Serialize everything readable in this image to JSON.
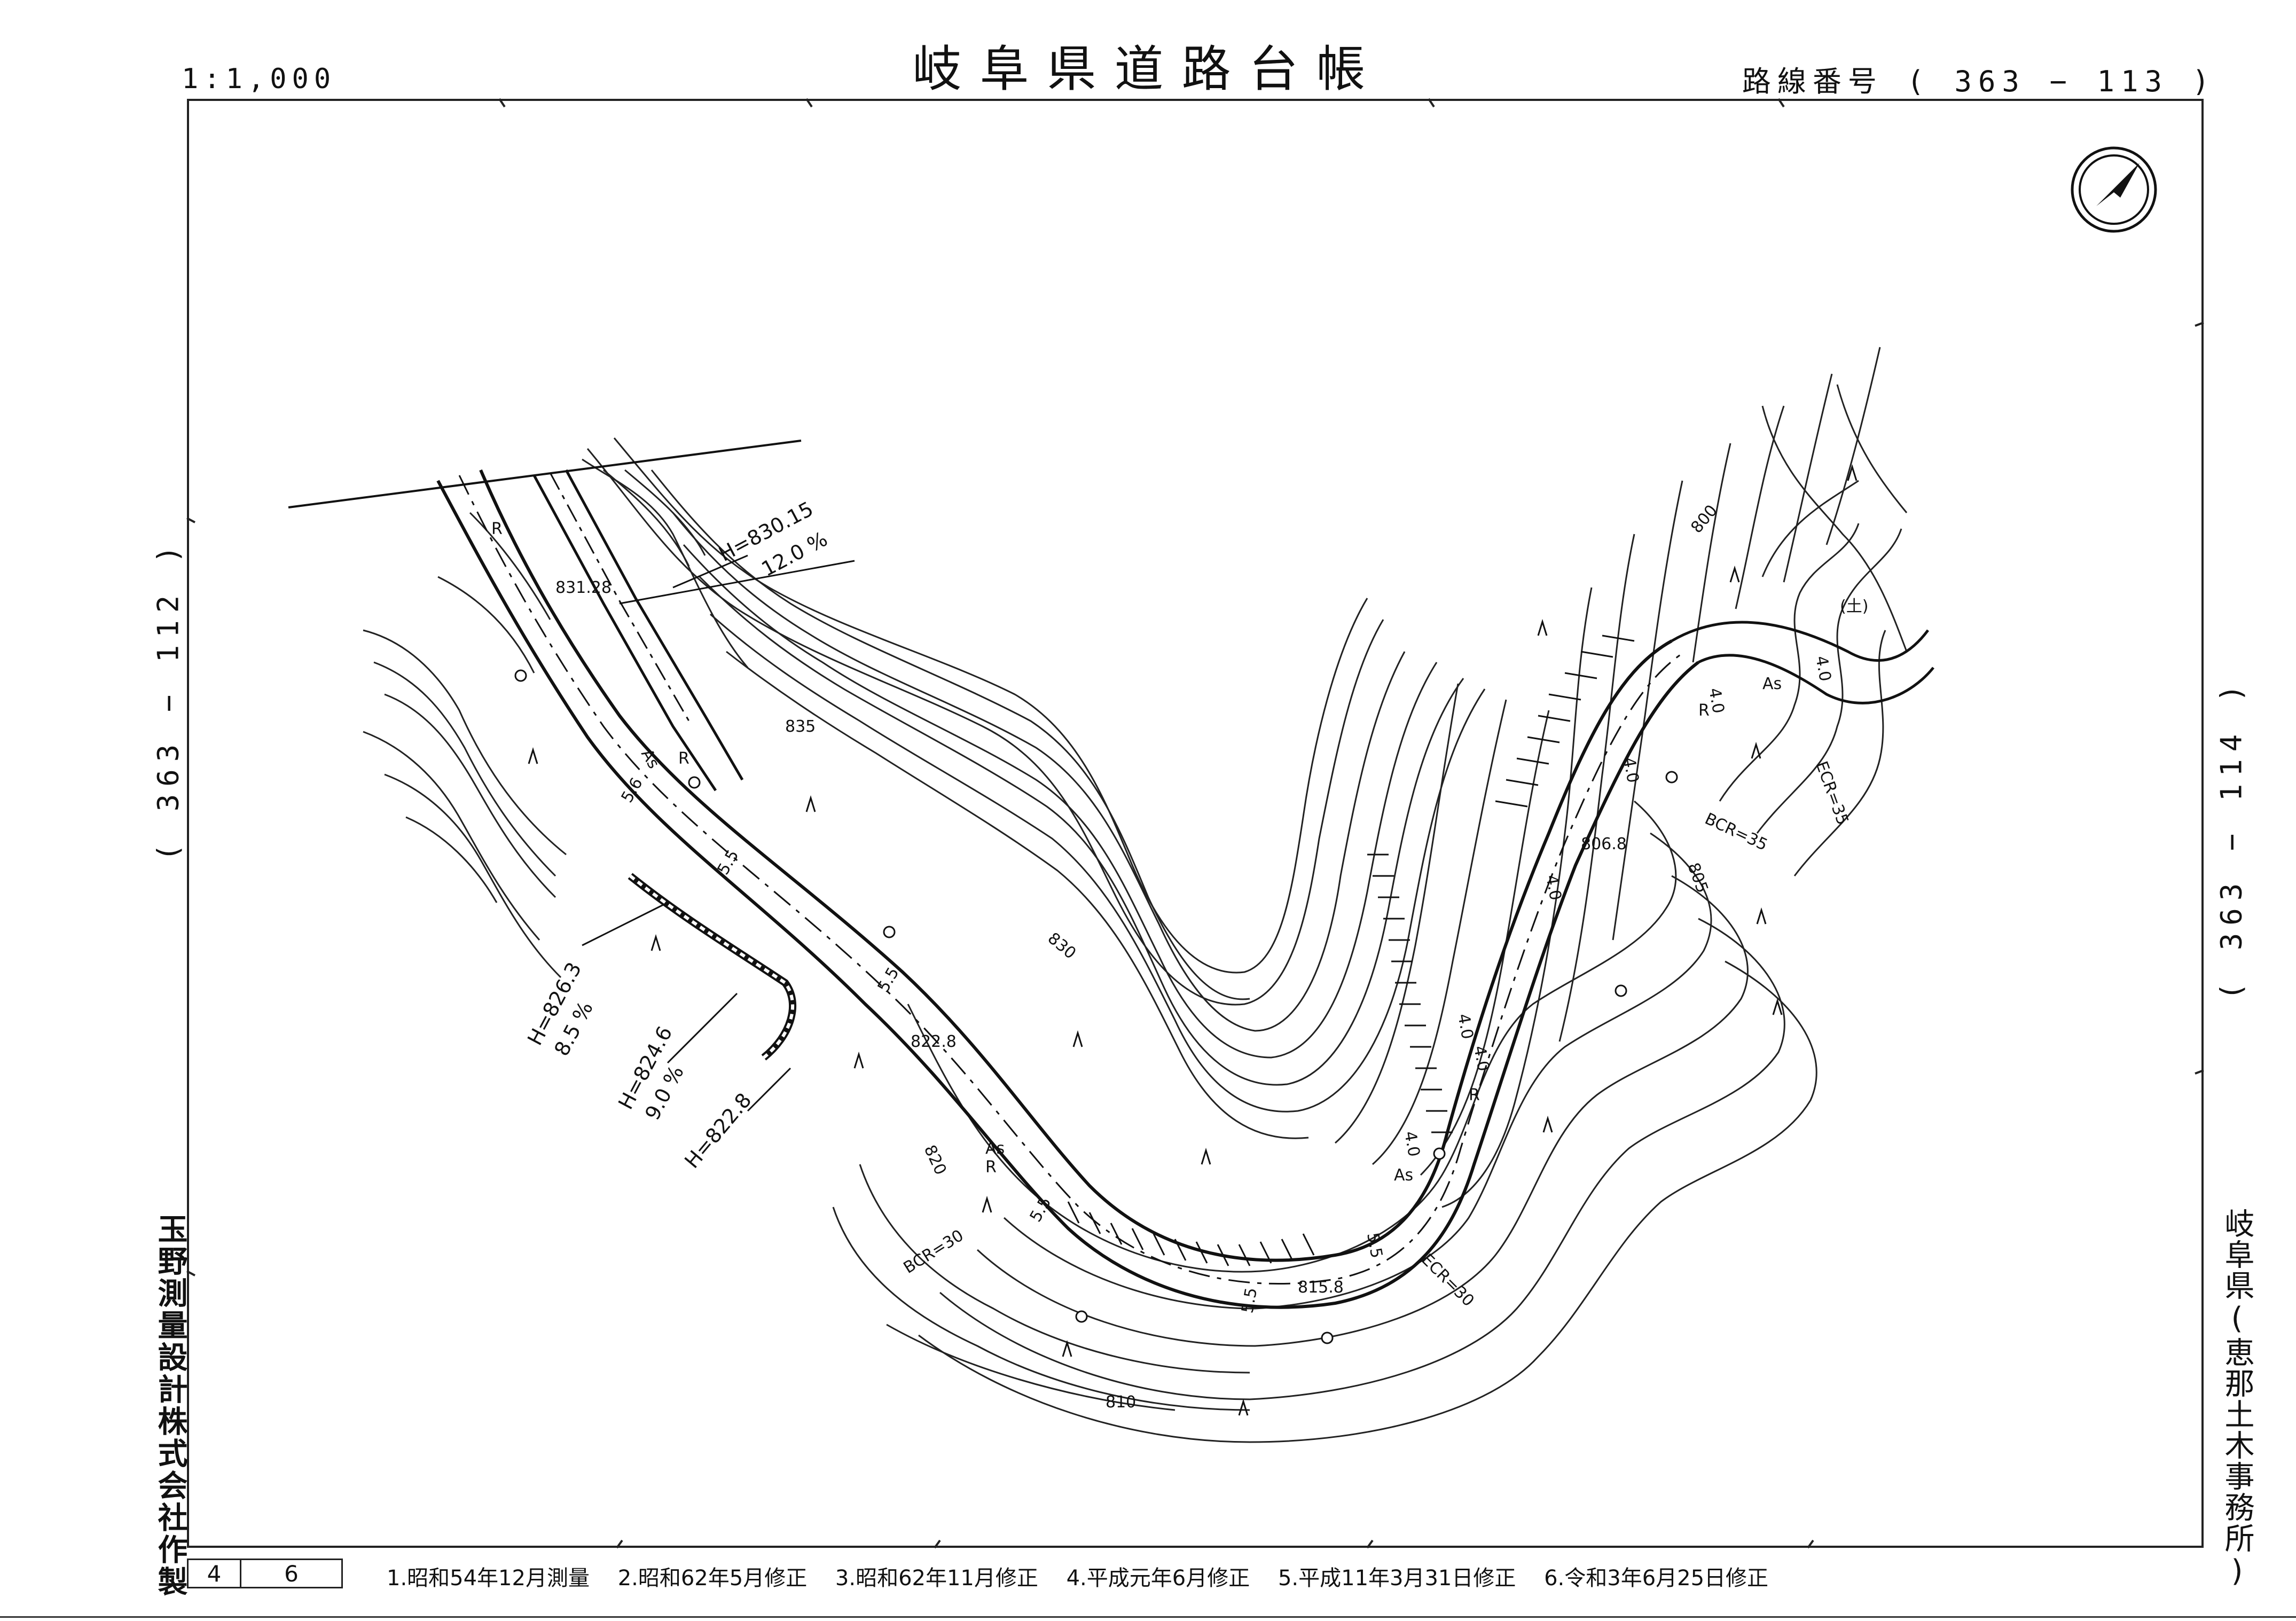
{
  "header": {
    "title": "岐阜県道路台帳",
    "scale": "1:1,000",
    "route_number": "路線番号 ( 363 − 113 )"
  },
  "adjacent": {
    "left": "( 363 − 112 )",
    "right": "( 363 − 114 )"
  },
  "maker": "玉野測量設計株式会社作製",
  "office": "岐阜県(恵那土木事務所)",
  "sheet": {
    "number": "4",
    "count": "6"
  },
  "history": [
    "1.昭和54年12月測量",
    "2.昭和62年5月修正",
    "3.昭和62年11月修正",
    "4.平成元年6月修正",
    "5.平成11年3月31日修正",
    "6.令和3年6月25日修正"
  ],
  "map": {
    "contours": {
      "c835": "835",
      "c830": "830",
      "c820": "820",
      "c810": "810",
      "c805": "805",
      "c800": "800"
    },
    "heights": {
      "h83015": "H=830.15",
      "g120": "12.0 %",
      "h8263": "H=826.3",
      "g85": "8.5 %",
      "h8246": "H=824.6",
      "g90": "9.0 %",
      "h8228": "H=822.8"
    },
    "points": {
      "p83128": "831.28",
      "p8228": "822.8",
      "p8068": "806.8",
      "p8158": "815.8"
    },
    "curves": {
      "bcr30": "BCR=30",
      "ecr30": "ECR=30",
      "bcr35": "BCR=35",
      "ecr35": "ECR=35"
    },
    "widths": {
      "w55": "5.5",
      "w56": "5.6",
      "w40": "4.0"
    },
    "surface": {
      "as": "As",
      "r": "R"
    },
    "misc": {
      "dozen": "(土)"
    }
  }
}
